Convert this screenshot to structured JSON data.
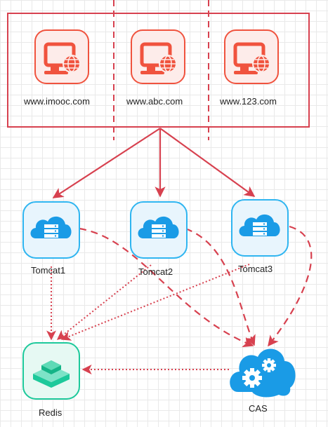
{
  "sites": [
    {
      "label": "www.imooc.com"
    },
    {
      "label": "www.abc.com"
    },
    {
      "label": "www.123.com"
    }
  ],
  "servers": [
    {
      "label": "Tomcat1"
    },
    {
      "label": "Tomcat2"
    },
    {
      "label": "Tomcat3"
    }
  ],
  "redis": {
    "label": "Redis"
  },
  "cas": {
    "label": "CAS"
  },
  "colors": {
    "arrow": "#d7414f",
    "site_icon": "#f0533e",
    "site_icon_bg": "#fdecea",
    "tomcat_border": "#2fb5f0",
    "tomcat_bg": "#e8f5fd",
    "cloud": "#1a9be6",
    "redis": "#1dc99b",
    "cas": "#1a9be6"
  }
}
